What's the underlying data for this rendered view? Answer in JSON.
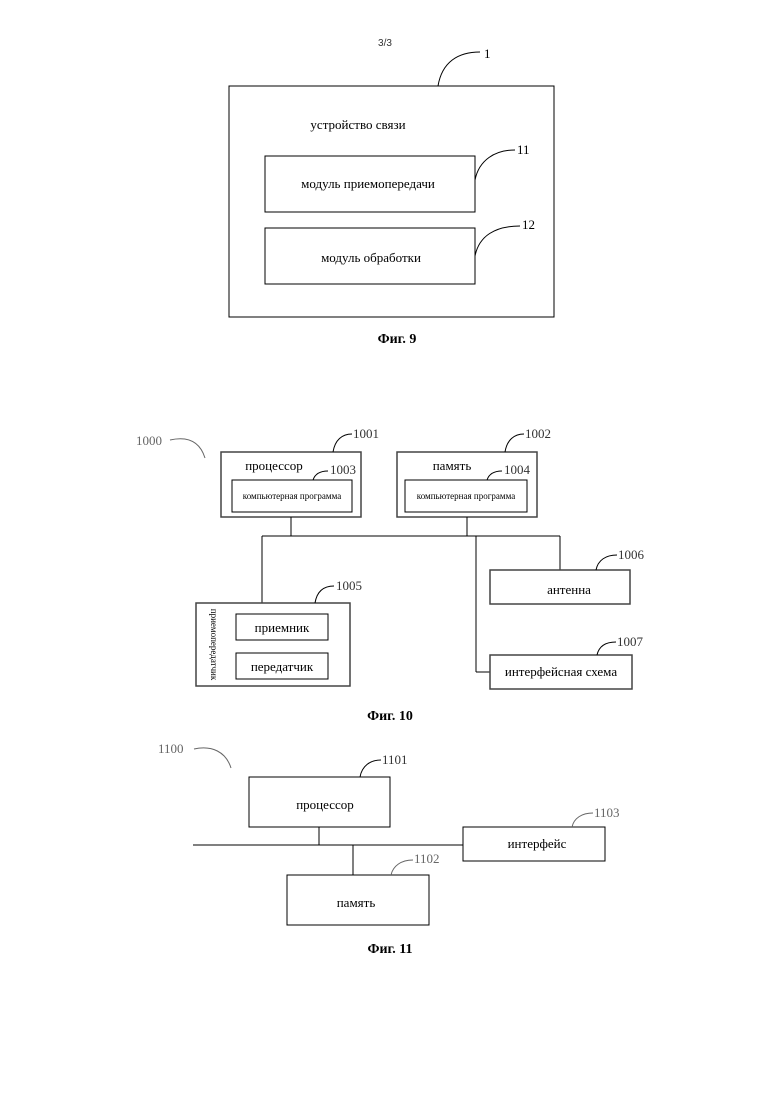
{
  "page_number": "3/3",
  "fig9": {
    "caption": "Фиг. 9",
    "device": {
      "ref": "1",
      "label": "устройство связи"
    },
    "transceiver_module": {
      "ref": "11",
      "label": "модуль приемопередачи"
    },
    "processing_module": {
      "ref": "12",
      "label": "модуль обработки"
    }
  },
  "fig10": {
    "caption": "Фиг. 10",
    "system_ref": "1000",
    "processor": {
      "ref": "1001",
      "label": "процессор"
    },
    "processor_program": {
      "ref": "1003",
      "label": "компьютерная программа"
    },
    "memory": {
      "ref": "1002",
      "label": "память"
    },
    "memory_program": {
      "ref": "1004",
      "label": "компьютерная программа"
    },
    "transceiver": {
      "ref": "1005",
      "label": "приемопередатчик"
    },
    "receiver": {
      "label": "приемник"
    },
    "transmitter": {
      "label": "передатчик"
    },
    "antenna": {
      "ref": "1006",
      "label": "антенна"
    },
    "interface_circuit": {
      "ref": "1007",
      "label": "интерфейсная схема"
    }
  },
  "fig11": {
    "caption": "Фиг. 11",
    "system_ref": "1100",
    "processor": {
      "ref": "1101",
      "label": "процессор"
    },
    "memory": {
      "ref": "1102",
      "label": "память"
    },
    "interface": {
      "ref": "1103",
      "label": "интерфейс"
    }
  }
}
